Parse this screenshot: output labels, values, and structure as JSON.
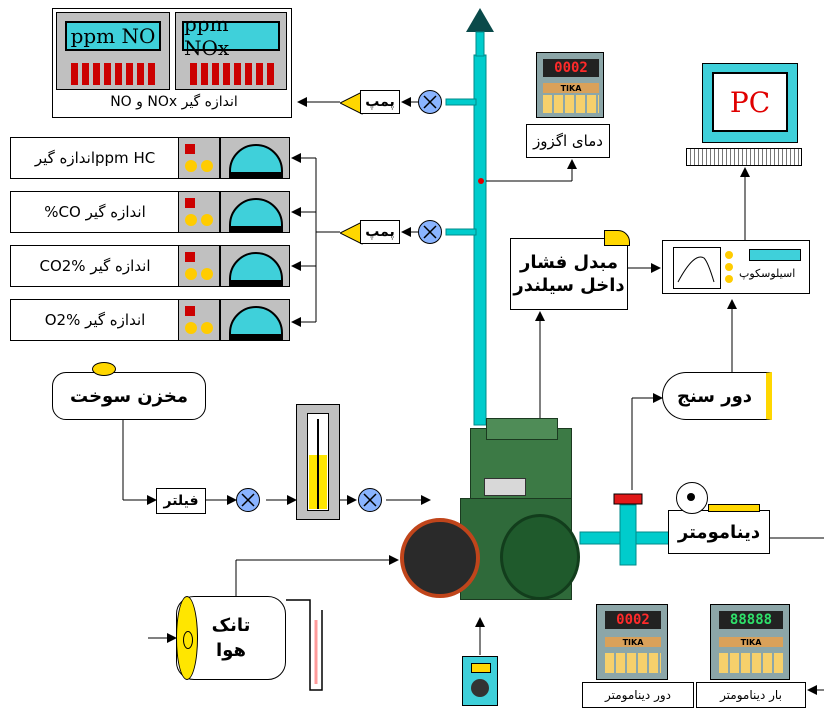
{
  "analyzers": {
    "no_screen": "ppm NO",
    "nox_screen": "ppm NOx",
    "nox_label": "اندازه گیر NOx و NO",
    "hc_label": "ppm HCاندازه گیر",
    "co_label": "اندازه گیر CO%",
    "co2_label": "اندازه گیر CO2%",
    "o2_label": "اندازه گیر O2%"
  },
  "pumps": {
    "top": "پمپ",
    "middle": "پمپ"
  },
  "exhaust": {
    "temp_label": "دمای اگزوز",
    "temp_reading": "0002",
    "tika": "TIKA"
  },
  "pc": {
    "label": "PC"
  },
  "pressure": {
    "label_line1": "مبدل فشار",
    "label_line2": "داخل سیلندر"
  },
  "oscilloscope": {
    "label": "اسیلوسکوپ"
  },
  "tachometer": {
    "label": "دور سنج"
  },
  "fuel": {
    "tank_label": "مخزن سوخت",
    "filter_label": "فیلتر"
  },
  "dynamometer": {
    "label": "دینامومتر"
  },
  "air": {
    "tank_line1": "تانک",
    "tank_line2": "هوا"
  },
  "meters": {
    "speed_label": "دور دینامومتر",
    "speed_reading": "0002",
    "load_label": "بار دینامومتر",
    "load_reading": "88888",
    "tika": "TIKA"
  },
  "colors": {
    "pipe": "#00cccc",
    "screen": "#3fd0da",
    "valve": "#8ab4ff",
    "pump_arrow": "#ffd700",
    "engine": "#3c7a45"
  }
}
